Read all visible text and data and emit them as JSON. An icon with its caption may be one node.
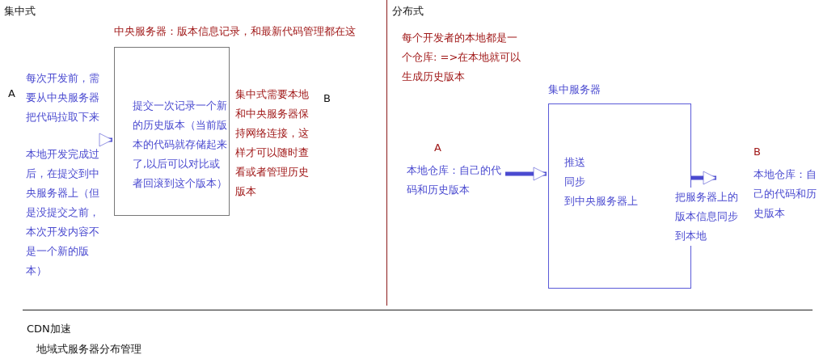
{
  "diagram": {
    "nodes": [
      {
        "text": [
          "每次开发前，需要从中央服务器把代码拉取下来",
          "本地开发完成过后，在提交到中央服务器上（但是没提交之前，本次开发内容不是一个新的版本）"
        ],
        "beside": [
          "A"
        ]
      },
      {
        "text": [
          "中央服务器：版本信息记录，和最新代码管理都在这",
          "提交一次记录一个新的历史版本（当前版本的代码就存储起来了,以后可以对比或者回滚到这个版本）"
        ],
        "beside": [
          "集中式需要本地和中央服务器保持网络连接，这样才可以随时查看或者管理历史版本"
        ]
      },
      {
        "text": [
          "本地仓库：自己的代码和历史版本"
        ],
        "beside": [
          "A"
        ]
      },
      {
        "text": [
          "集中服务器",
          "推送",
          "同步",
          "到中央服务器上"
        ]
      },
      {
        "text": [
          "本地仓库：自己的代码和历史版本"
        ],
        "beside": [
          "B"
        ]
      }
    ],
    "edges": [
      {
        "from": 0,
        "to": 1,
        "arrow": "to"
      },
      {
        "from": 2,
        "to": 3,
        "arrow": "to"
      },
      {
        "from": 3,
        "to": 4,
        "arrow": "to",
        "label": "把服务器上的版本信息同步到本地"
      }
    ],
    "labels": [
      "集中式",
      "B",
      "分布式",
      "每个开发者的本地都是一个仓库: =>在本地就可以生成历史版本",
      "CDN加速",
      "地域式服务器分布管理"
    ]
  }
}
